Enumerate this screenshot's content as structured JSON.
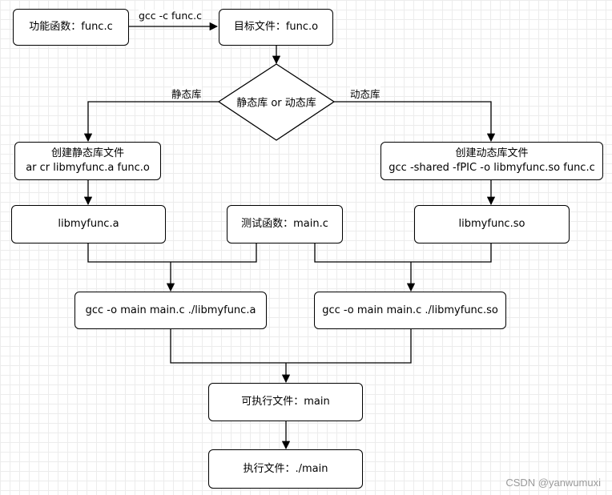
{
  "nodes": {
    "source_file": "功能函数：func.c",
    "object_file": "目标文件：func.o",
    "decision": "静态库 or 动态库",
    "create_static_title": "创建静态库文件",
    "create_static_cmd": "ar cr libmyfunc.a func.o",
    "create_shared_title": "创建动态库文件",
    "create_shared_cmd": "gcc -shared -fPIC -o libmyfunc.so func.c",
    "static_lib": "libmyfunc.a",
    "test_source": "测试函数：main.c",
    "shared_lib": "libmyfunc.so",
    "link_static_cmd": "gcc -o main main.c ./libmyfunc.a",
    "link_shared_cmd": "gcc -o main main.c ./libmyfunc.so",
    "executable": "可执行文件：main",
    "run": "执行文件：./main"
  },
  "edge_labels": {
    "compile": "gcc -c func.c",
    "static_branch": "静态库",
    "shared_branch": "动态库"
  },
  "watermark": "CSDN @yanwumuxi"
}
